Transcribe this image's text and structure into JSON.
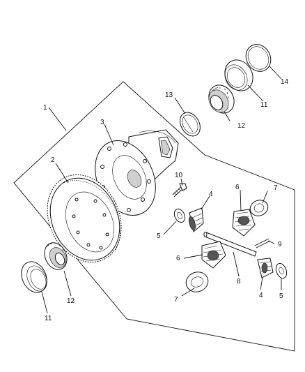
{
  "diagram": {
    "callouts": [
      {
        "id": "c1",
        "text": "1"
      },
      {
        "id": "c2",
        "text": "2"
      },
      {
        "id": "c3",
        "text": "3"
      },
      {
        "id": "c4a",
        "text": "4"
      },
      {
        "id": "c4b",
        "text": "4"
      },
      {
        "id": "c5a",
        "text": "5"
      },
      {
        "id": "c5b",
        "text": "5"
      },
      {
        "id": "c6a",
        "text": "6"
      },
      {
        "id": "c6b",
        "text": "6"
      },
      {
        "id": "c7a",
        "text": "7"
      },
      {
        "id": "c7b",
        "text": "7"
      },
      {
        "id": "c8",
        "text": "8"
      },
      {
        "id": "c9",
        "text": "9"
      },
      {
        "id": "c10",
        "text": "10"
      },
      {
        "id": "c11a",
        "text": "11"
      },
      {
        "id": "c11b",
        "text": "11"
      },
      {
        "id": "c12a",
        "text": "12"
      },
      {
        "id": "c12b",
        "text": "12"
      },
      {
        "id": "c13",
        "text": "13"
      },
      {
        "id": "c14",
        "text": "14"
      }
    ]
  }
}
